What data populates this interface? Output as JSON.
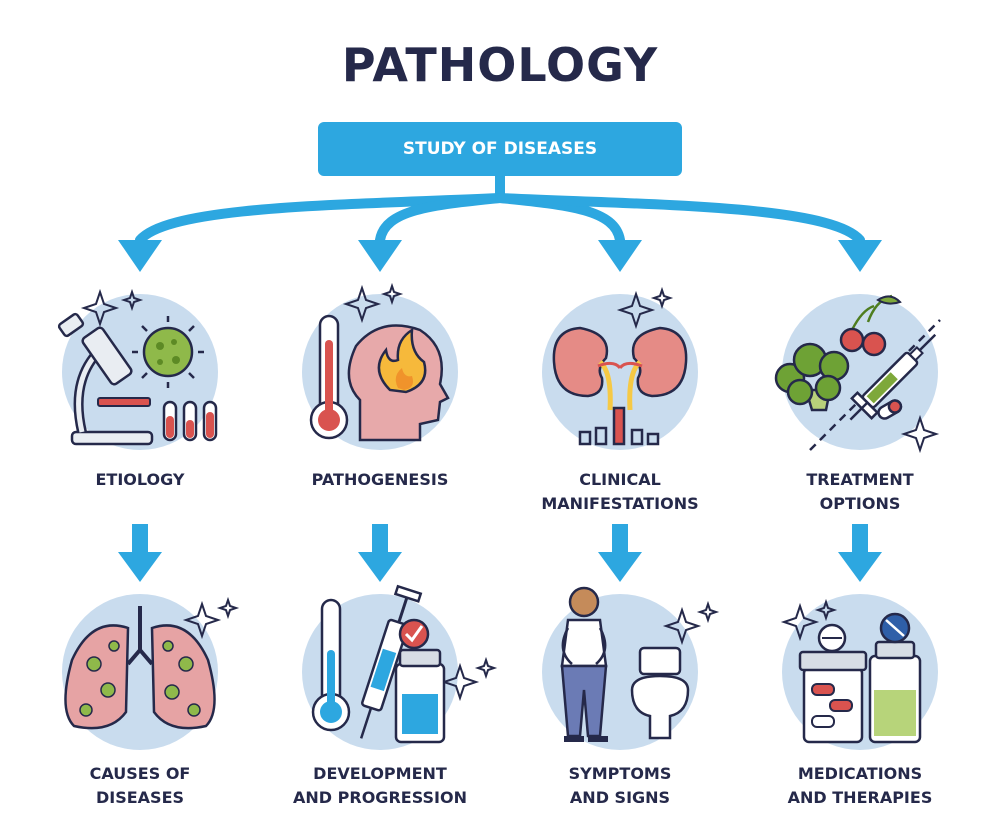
{
  "title": "PATHOLOGY",
  "root": "STUDY OF DISEASES",
  "colors": {
    "accent": "#2da7e0",
    "dark": "#25294a",
    "circle": "#c9dcee",
    "red": "#d9534f",
    "green": "#7ea83a"
  },
  "categories": [
    {
      "label_lines": [
        "ETIOLOGY"
      ],
      "icon": "microscope-virus-icon",
      "result_lines": [
        "CAUSES OF",
        "DISEASES"
      ],
      "result_icon": "lungs-icon"
    },
    {
      "label_lines": [
        "PATHOGENESIS"
      ],
      "icon": "fever-head-icon",
      "result_lines": [
        "DEVELOPMENT",
        "AND PROGRESSION"
      ],
      "result_icon": "syringe-vial-icon"
    },
    {
      "label_lines": [
        "CLINICAL",
        "MANIFESTATIONS"
      ],
      "icon": "kidneys-chart-icon",
      "result_lines": [
        "SYMPTOMS",
        "AND SIGNS"
      ],
      "result_icon": "patient-toilet-icon"
    },
    {
      "label_lines": [
        "TREATMENT",
        "OPTIONS"
      ],
      "icon": "food-medicine-icon",
      "result_lines": [
        "MEDICATIONS",
        "AND THERAPIES"
      ],
      "result_icon": "pill-bottles-icon"
    }
  ]
}
